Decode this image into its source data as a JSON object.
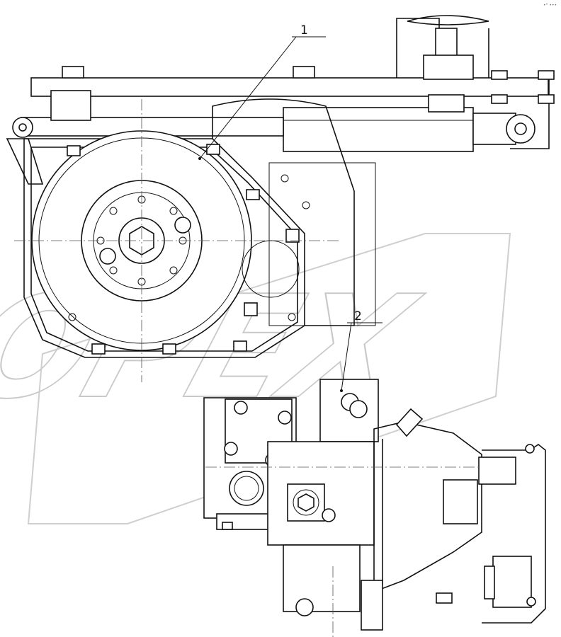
{
  "drawing": {
    "callouts": [
      {
        "id": "1",
        "label": "1"
      },
      {
        "id": "2",
        "label": "2"
      }
    ],
    "watermark": {
      "text": "OPEX",
      "color": "#c9c9c9"
    },
    "corner_mark": "•° •••",
    "line_color": "#111111"
  }
}
